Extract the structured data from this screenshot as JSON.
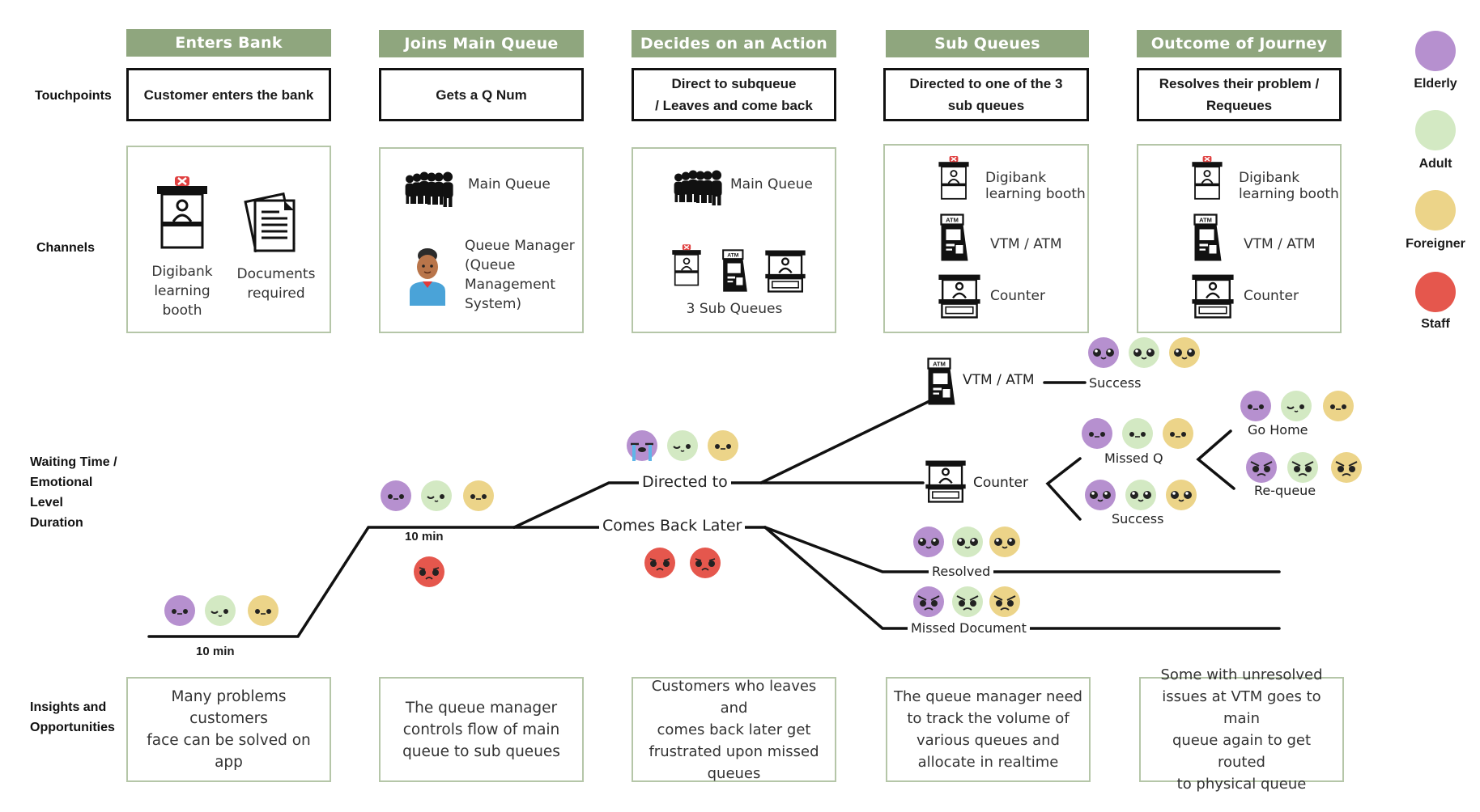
{
  "stages": [
    "Enters Bank",
    "Joins Main Queue",
    "Decides on an Action",
    "Sub Queues",
    "Outcome of Journey"
  ],
  "row_labels": {
    "touchpoints": "Touchpoints",
    "channels": "Channels",
    "waiting": [
      "Waiting Time /",
      "Emotional",
      "Level",
      "Duration"
    ],
    "insights": [
      "Insights and",
      "Opportunities"
    ]
  },
  "touchpoints": [
    [
      "Customer enters the bank"
    ],
    [
      "Gets a Q Num"
    ],
    [
      "Direct to subqueue",
      "/ Leaves and come back"
    ],
    [
      "Directed to one of the 3",
      "sub queues"
    ],
    [
      "Resolves their problem /",
      "Requeues"
    ]
  ],
  "channels": {
    "enters_bank": {
      "booth": [
        "Digibank",
        "learning",
        "booth"
      ],
      "documents": [
        "Documents",
        "required"
      ]
    },
    "main_queue": {
      "queue": "Main Queue",
      "manager": [
        "Queue Manager",
        "(Queue",
        "Management",
        "System)"
      ]
    },
    "decides": {
      "queue": "Main Queue",
      "sub": "3 Sub Queues"
    },
    "sub_queues": {
      "booth": [
        "Digibank",
        "learning booth"
      ],
      "atm": "VTM / ATM",
      "counter": "Counter"
    },
    "outcome": {
      "booth": [
        "Digibank",
        "learning booth"
      ],
      "atm": "VTM / ATM",
      "counter": "Counter"
    }
  },
  "legend": [
    {
      "label": "Elderly",
      "color": "#b690cf"
    },
    {
      "label": "Adult",
      "color": "#d3e9c3"
    },
    {
      "label": "Foreigner",
      "color": "#ecd489"
    },
    {
      "label": "Staff",
      "color": "#e5574d"
    }
  ],
  "diagram": {
    "time1": "10 min",
    "time2": "10 min",
    "directed_to": "Directed to",
    "comes_back": "Comes Back Later",
    "vtm_atm": "VTM / ATM",
    "counter": "Counter",
    "success_top": "Success",
    "missed_q": "Missed Q",
    "success_bottom": "Success",
    "go_home": "Go Home",
    "re_queue": "Re-queue",
    "resolved": "Resolved",
    "missed_document": "Missed Document",
    "atm_icon_text": "ATM"
  },
  "insights": [
    [
      "Many problems customers",
      "face can be solved on app"
    ],
    [
      "The queue manager",
      "controls flow of main",
      "queue to sub queues"
    ],
    [
      "Customers who leaves and",
      "comes back later get",
      "frustrated upon missed",
      "queues"
    ],
    [
      "The queue manager need",
      "to track the volume of",
      "various queues and",
      "allocate in realtime"
    ],
    [
      "Some with unresolved",
      "issues at VTM goes to main",
      "queue again to get routed",
      "to physical queue"
    ]
  ]
}
